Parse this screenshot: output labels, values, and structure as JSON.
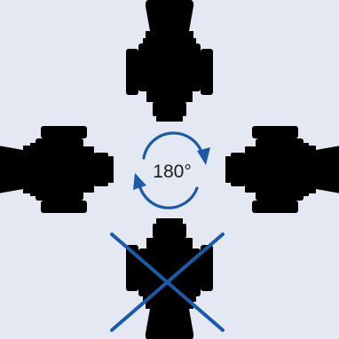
{
  "colors": {
    "background": "#e3e8f3",
    "outline": "#1d1d1b",
    "body_fill": "#ffffff",
    "accent_blue": "#1b5aa6",
    "faded_outline": "#8ea4cc",
    "faded_fill": "#dce4f1",
    "cross": "#1b5aa6"
  },
  "diagram": {
    "rotation_label": "180°",
    "allowed_orientations": [
      "top",
      "left",
      "right"
    ],
    "forbidden_orientation": "bottom",
    "icons": {
      "device": "valve-actuator-icon",
      "rotation": "rotate-arrows-icon",
      "forbidden": "cross-out-icon"
    }
  }
}
